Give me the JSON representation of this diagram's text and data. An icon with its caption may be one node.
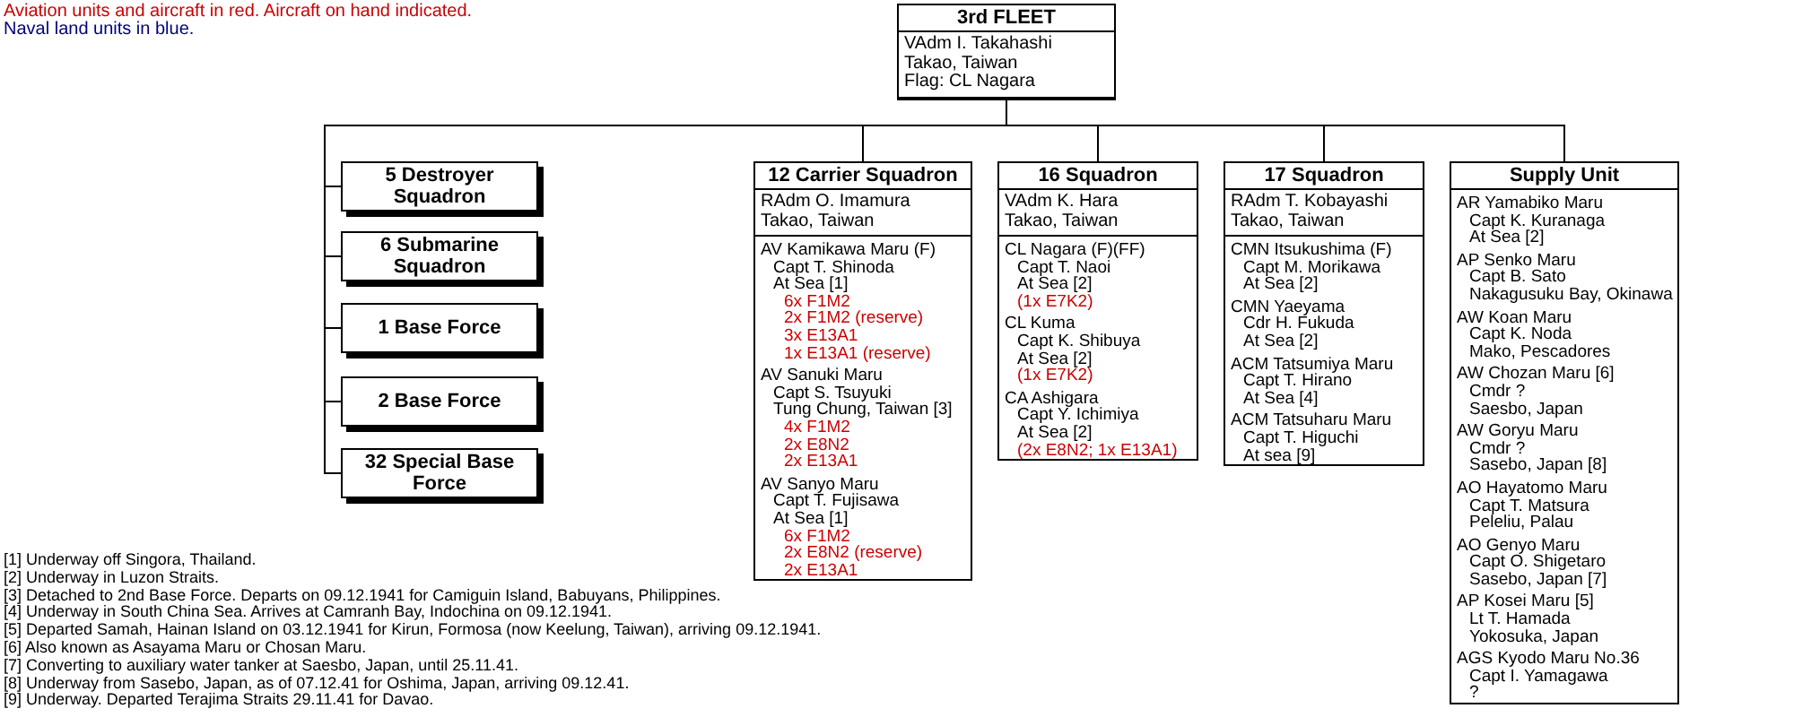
{
  "diagram": {
    "nodes": [
      {
        "text": [
          "3rd FLEET",
          "VAdm I. Takahashi",
          "Takao, Taiwan",
          "Flag: CL Nagara"
        ]
      },
      {
        "text": [
          "5 Destroyer Squadron"
        ]
      },
      {
        "text": [
          "6 Submarine Squadron"
        ]
      },
      {
        "text": [
          "1 Base Force"
        ]
      },
      {
        "text": [
          "2 Base Force"
        ]
      },
      {
        "text": [
          "32 Special Base Force"
        ]
      },
      {
        "text": [
          "12 Carrier Squadron",
          "RAdm O. Imamura",
          "Takao, Taiwan",
          "AV Kamikawa Maru (F)",
          "Capt T. Shinoda",
          "At Sea [1]",
          "6x F1M2",
          "2x F1M2 (reserve)",
          "3x E13A1",
          "1x E13A1 (reserve)",
          "AV Sanuki Maru",
          "Capt S. Tsuyuki",
          "Tung Chung, Taiwan [3]",
          "4x F1M2",
          "2x E8N2",
          "2x E13A1",
          "AV Sanyo Maru",
          "Capt T. Fujisawa",
          "At Sea [1]",
          "6x F1M2",
          "2x E8N2 (reserve)",
          "2x E13A1"
        ]
      },
      {
        "text": [
          "16 Squadron",
          "VAdm K. Hara",
          "Takao, Taiwan",
          "CL Nagara (F)(FF)",
          "Capt T. Naoi",
          "At Sea [2]",
          "(1x E7K2)",
          "CL Kuma",
          "Capt K. Shibuya",
          "At Sea [2]",
          "(1x E7K2)",
          "CA Ashigara",
          "Capt Y. Ichimiya",
          "At Sea [2]",
          "(2x E8N2; 1x E13A1)"
        ]
      },
      {
        "text": [
          "17 Squadron",
          "RAdm T. Kobayashi",
          "Takao, Taiwan",
          "CMN Itsukushima (F)",
          "Capt M. Morikawa",
          "At Sea [2]",
          "CMN Yaeyama",
          "Cdr H. Fukuda",
          "At Sea [2]",
          "ACM Tatsumiya Maru",
          "Capt T. Hirano",
          "At Sea [4]",
          "ACM Tatsuharu Maru",
          "Capt T. Higuchi",
          "At sea [9]"
        ]
      },
      {
        "text": [
          "Supply Unit",
          "AR Yamabiko Maru",
          "Capt K. Kuranaga",
          "At Sea [2]",
          "AP Senko Maru",
          "Capt B. Sato",
          "Nakagusuku Bay, Okinawa",
          "AW Koan Maru",
          "Capt K. Noda",
          "Mako, Pescadores",
          "AW Chozan Maru [6]",
          "Cmdr ?",
          "Saesbo, Japan",
          "AW Goryu Maru",
          "Cmdr ?",
          "Sasebo, Japan [8]",
          "AO Hayatomo Maru",
          "Capt T. Matsura",
          "Peleliu, Palau",
          "AO Genyo Maru",
          "Capt O. Shigetaro",
          "Sasebo, Japan [7]",
          "AP Kosei Maru [5]",
          "Lt T. Hamada",
          "Yokosuka, Japan",
          "AGS Kyodo Maru No.36",
          "Capt I. Yamagawa",
          "?"
        ]
      }
    ],
    "edges": [
      {
        "from": 0,
        "to": 1,
        "arrow": "none"
      },
      {
        "from": 0,
        "to": 2,
        "arrow": "none"
      },
      {
        "from": 0,
        "to": 3,
        "arrow": "none"
      },
      {
        "from": 0,
        "to": 4,
        "arrow": "none"
      },
      {
        "from": 0,
        "to": 5,
        "arrow": "none"
      },
      {
        "from": 0,
        "to": 6,
        "arrow": "none"
      },
      {
        "from": 0,
        "to": 7,
        "arrow": "none"
      },
      {
        "from": 0,
        "to": 8,
        "arrow": "none"
      },
      {
        "from": 0,
        "to": 9,
        "arrow": "none"
      }
    ],
    "labels": [
      "Aviation units and aircraft in red. Aircraft on hand indicated.",
      "Naval land units in blue.",
      "[1] Underway off Singora, Thailand.",
      "[2] Underway in Luzon Straits.",
      "[3] Detached to 2nd Base Force. Departs on 09.12.1941 for Camiguin Island, Babuyans, Philippines.",
      "[4] Underway in South China Sea. Arrives at Camranh Bay, Indochina on 09.12.1941.",
      "[5] Departed Samah, Hainan Island on 03.12.1941 for Kirun, Formosa (now Keelung, Taiwan), arriving 09.12.1941.",
      "[6] Also known as Asayama Maru or Chosan Maru.",
      "[7] Converting to auxiliary water tanker at Saesbo, Japan, until 25.11.41.",
      "[8] Underway from Sasebo, Japan, as of 07.12.41 for Oshima, Japan, arriving 09.12.41.",
      "[9] Underway. Departed Terajima Straits 29.11.41 for Davao."
    ]
  }
}
